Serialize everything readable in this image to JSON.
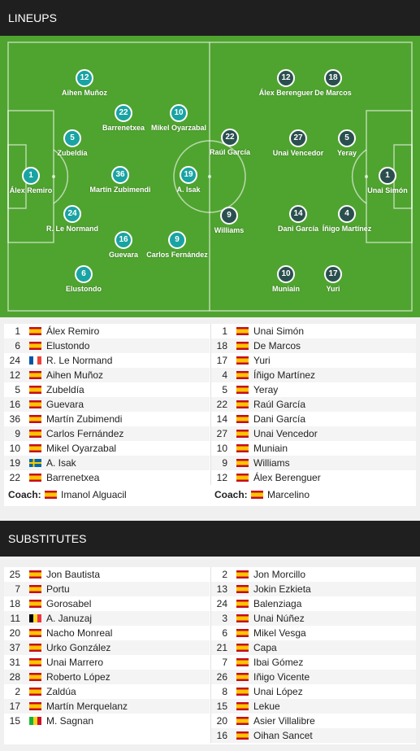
{
  "lineups_title": "LINEUPS",
  "substitutes_title": "SUBSTITUTES",
  "colors": {
    "pitch": "#4fa42f",
    "home_circle": "#1aa3a3",
    "away_circle": "#2b4f4f"
  },
  "pitch_home": [
    {
      "num": "1",
      "name": "Álex Remiro"
    },
    {
      "num": "6",
      "name": "Elustondo"
    },
    {
      "num": "24",
      "name": "R. Le Normand"
    },
    {
      "num": "12",
      "name": "Aihen Muñoz"
    },
    {
      "num": "5",
      "name": "Zubeldía"
    },
    {
      "num": "16",
      "name": "Guevara"
    },
    {
      "num": "36",
      "name": "Martín Zubimendi"
    },
    {
      "num": "9",
      "name": "Carlos Fernández"
    },
    {
      "num": "10",
      "name": "Mikel Oyarzabal"
    },
    {
      "num": "19",
      "name": "A. Isak"
    },
    {
      "num": "22",
      "name": "Barrenetxea"
    }
  ],
  "pitch_away": [
    {
      "num": "1",
      "name": "Unai Simón"
    },
    {
      "num": "18",
      "name": "De Marcos"
    },
    {
      "num": "17",
      "name": "Yuri"
    },
    {
      "num": "4",
      "name": "Íñigo Martínez"
    },
    {
      "num": "5",
      "name": "Yeray"
    },
    {
      "num": "22",
      "name": "Raúl García"
    },
    {
      "num": "14",
      "name": "Dani García"
    },
    {
      "num": "27",
      "name": "Unai Vencedor"
    },
    {
      "num": "10",
      "name": "Muniain"
    },
    {
      "num": "9",
      "name": "Williams"
    },
    {
      "num": "12",
      "name": "Álex Berenguer"
    }
  ],
  "home_lineup": [
    {
      "num": "1",
      "flag": "es",
      "name": "Álex Remiro"
    },
    {
      "num": "6",
      "flag": "es",
      "name": "Elustondo"
    },
    {
      "num": "24",
      "flag": "fr",
      "name": "R. Le Normand"
    },
    {
      "num": "12",
      "flag": "es",
      "name": "Aihen Muñoz"
    },
    {
      "num": "5",
      "flag": "es",
      "name": "Zubeldía"
    },
    {
      "num": "16",
      "flag": "es",
      "name": "Guevara"
    },
    {
      "num": "36",
      "flag": "es",
      "name": "Martín Zubimendi"
    },
    {
      "num": "9",
      "flag": "es",
      "name": "Carlos Fernández"
    },
    {
      "num": "10",
      "flag": "es",
      "name": "Mikel Oyarzabal"
    },
    {
      "num": "19",
      "flag": "se",
      "name": "A. Isak"
    },
    {
      "num": "22",
      "flag": "es",
      "name": "Barrenetxea"
    }
  ],
  "away_lineup": [
    {
      "num": "1",
      "flag": "es",
      "name": "Unai Simón"
    },
    {
      "num": "18",
      "flag": "es",
      "name": "De Marcos"
    },
    {
      "num": "17",
      "flag": "es",
      "name": "Yuri"
    },
    {
      "num": "4",
      "flag": "es",
      "name": "Íñigo Martínez"
    },
    {
      "num": "5",
      "flag": "es",
      "name": "Yeray"
    },
    {
      "num": "22",
      "flag": "es",
      "name": "Raúl García"
    },
    {
      "num": "14",
      "flag": "es",
      "name": "Dani García"
    },
    {
      "num": "27",
      "flag": "es",
      "name": "Unai Vencedor"
    },
    {
      "num": "10",
      "flag": "es",
      "name": "Muniain"
    },
    {
      "num": "9",
      "flag": "es",
      "name": "Williams"
    },
    {
      "num": "12",
      "flag": "es",
      "name": "Álex Berenguer"
    }
  ],
  "coach_label": "Coach:",
  "home_coach": {
    "flag": "es",
    "name": "Imanol Alguacil"
  },
  "away_coach": {
    "flag": "es",
    "name": "Marcelino"
  },
  "home_subs": [
    {
      "num": "25",
      "flag": "es",
      "name": "Jon Bautista"
    },
    {
      "num": "7",
      "flag": "es",
      "name": "Portu"
    },
    {
      "num": "18",
      "flag": "es",
      "name": "Gorosabel"
    },
    {
      "num": "11",
      "flag": "be",
      "name": "A. Januzaj"
    },
    {
      "num": "20",
      "flag": "es",
      "name": "Nacho Monreal"
    },
    {
      "num": "37",
      "flag": "es",
      "name": "Urko González"
    },
    {
      "num": "31",
      "flag": "es",
      "name": "Unai Marrero"
    },
    {
      "num": "28",
      "flag": "es",
      "name": "Roberto López"
    },
    {
      "num": "2",
      "flag": "es",
      "name": "Zaldúa"
    },
    {
      "num": "17",
      "flag": "es",
      "name": "Martín Merquelanz"
    },
    {
      "num": "15",
      "flag": "ml",
      "name": "M. Sagnan"
    }
  ],
  "away_subs": [
    {
      "num": "2",
      "flag": "es",
      "name": "Jon Morcillo"
    },
    {
      "num": "13",
      "flag": "es",
      "name": "Jokin Ezkieta"
    },
    {
      "num": "24",
      "flag": "es",
      "name": "Balenziaga"
    },
    {
      "num": "3",
      "flag": "es",
      "name": "Unai Núñez"
    },
    {
      "num": "6",
      "flag": "es",
      "name": "Mikel Vesga"
    },
    {
      "num": "21",
      "flag": "es",
      "name": "Capa"
    },
    {
      "num": "7",
      "flag": "es",
      "name": "Ibai Gómez"
    },
    {
      "num": "26",
      "flag": "es",
      "name": "Iñigo Vicente"
    },
    {
      "num": "8",
      "flag": "es",
      "name": "Unai López"
    },
    {
      "num": "15",
      "flag": "es",
      "name": "Lekue"
    },
    {
      "num": "20",
      "flag": "es",
      "name": "Asier Villalibre"
    },
    {
      "num": "16",
      "flag": "es",
      "name": "Oihan Sancet"
    }
  ]
}
